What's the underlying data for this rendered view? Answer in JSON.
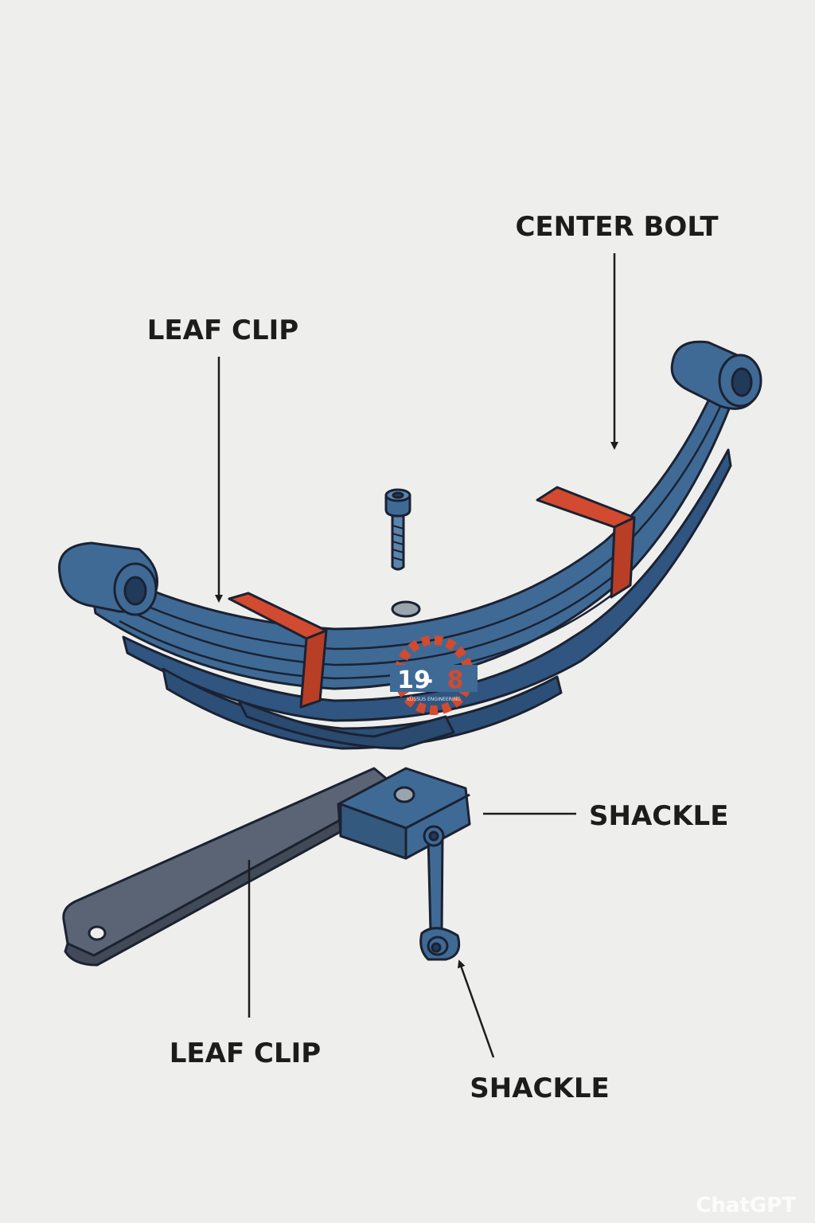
{
  "labels": {
    "center_bolt": "CENTER BOLT",
    "leaf_clip_top": "LEAF CLIP",
    "shackle_right": "SHACKLE",
    "leaf_clip_bottom": "LEAF CLIP",
    "shackle_bottom": "SHACKLE"
  },
  "logo": {
    "number_left": "19",
    "number_right": "8",
    "subtext": "KUSSUS ENGINEERING"
  },
  "watermark": "ChatGPT",
  "colors": {
    "background": "#eeeeec",
    "spring_blue": "#3f6a96",
    "spring_blue_dark": "#2c4f78",
    "clip_red": "#d24a2f",
    "arm_gray": "#5b6475",
    "outline": "#1b2232",
    "label_text": "#1c1c1c"
  },
  "icons": {
    "spring": "leaf-spring-icon",
    "bolt": "center-bolt-icon",
    "shackle": "shackle-icon",
    "arm": "leaf-clip-arm-icon"
  }
}
